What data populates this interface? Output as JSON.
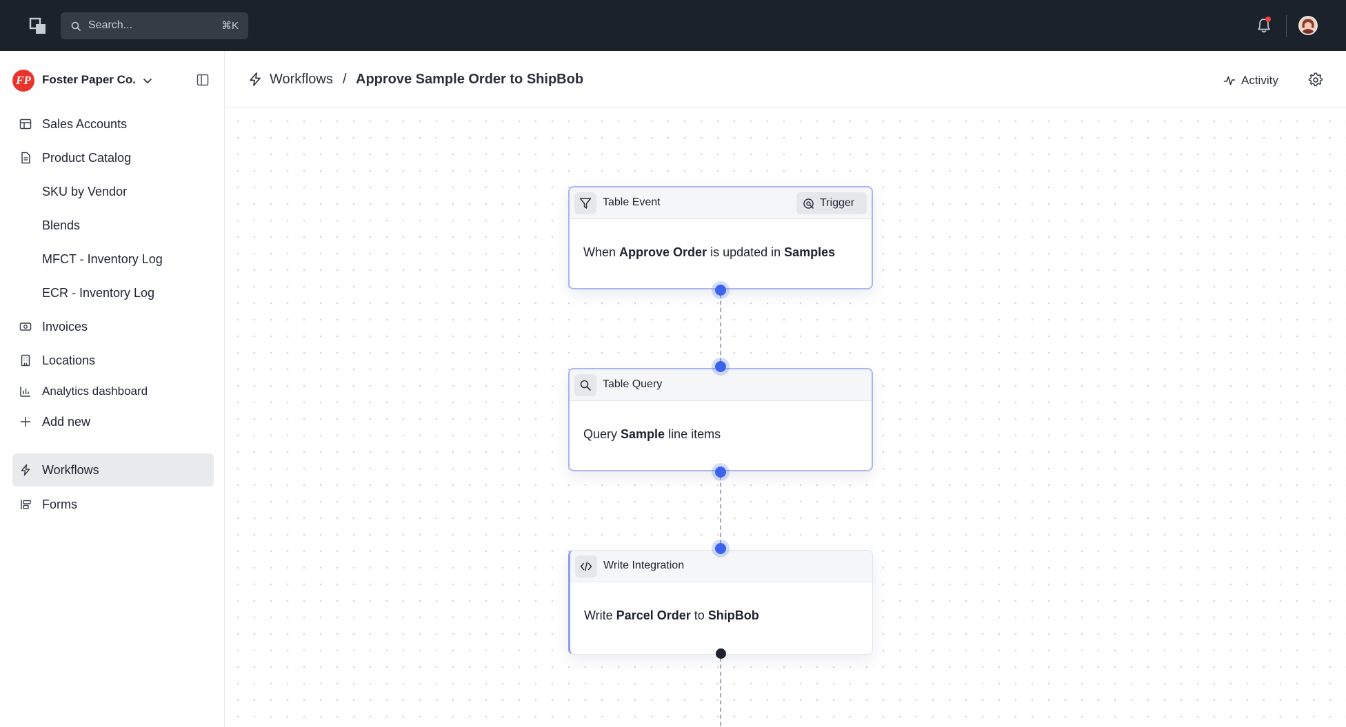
{
  "topbar": {
    "search_placeholder": "Search...",
    "search_shortcut": "⌘K",
    "app_logo_icon": "overlapping-squares-icon",
    "bell_icon": "bell-icon",
    "colors": {
      "bg": "#1b222c",
      "notification": "#ef4444"
    }
  },
  "sidebar": {
    "org_name": "Foster Paper Co.",
    "org_logo_text": "FP",
    "org_logo_color": "#e8342c",
    "items": [
      {
        "label": "Sales Accounts",
        "icon": "table-icon"
      },
      {
        "label": "Product Catalog",
        "icon": "document-icon"
      },
      {
        "label": "SKU by Vendor",
        "icon": ""
      },
      {
        "label": "Blends",
        "icon": ""
      },
      {
        "label": "MFCT - Inventory Log",
        "icon": ""
      },
      {
        "label": "ECR - Inventory Log",
        "icon": ""
      },
      {
        "label": "Invoices",
        "icon": "banknote-icon"
      },
      {
        "label": "Locations",
        "icon": "building-icon"
      },
      {
        "label": "Analytics dashboard",
        "icon": "bar-chart-icon"
      },
      {
        "label": "Add new",
        "icon": "plus-icon"
      }
    ],
    "bottom_items": [
      {
        "label": "Workflows",
        "icon": "lightning-icon",
        "active": true
      },
      {
        "label": "Forms",
        "icon": "form-icon",
        "active": false
      }
    ]
  },
  "header": {
    "breadcrumb_root": "Workflows",
    "breadcrumb_separator": "/",
    "breadcrumb_current": "Approve Sample Order to ShipBob",
    "activity_label": "Activity"
  },
  "workflow": {
    "nodes": [
      {
        "type": "Table Event",
        "icon": "filter-icon",
        "badge": "Trigger",
        "parts": [
          "When ",
          "Approve Order",
          " is updated in ",
          "Samples"
        ]
      },
      {
        "type": "Table Query",
        "icon": "search-icon",
        "parts": [
          "Query ",
          "Sample",
          " line items"
        ]
      },
      {
        "type": "Write Integration",
        "icon": "code-icon",
        "parts": [
          "Write ",
          "Parcel Order",
          " to ",
          "ShipBob"
        ]
      }
    ],
    "colors": {
      "port": "#3b63ee",
      "node_border": "#a9b4f2",
      "end_port": "#1f2330"
    }
  }
}
